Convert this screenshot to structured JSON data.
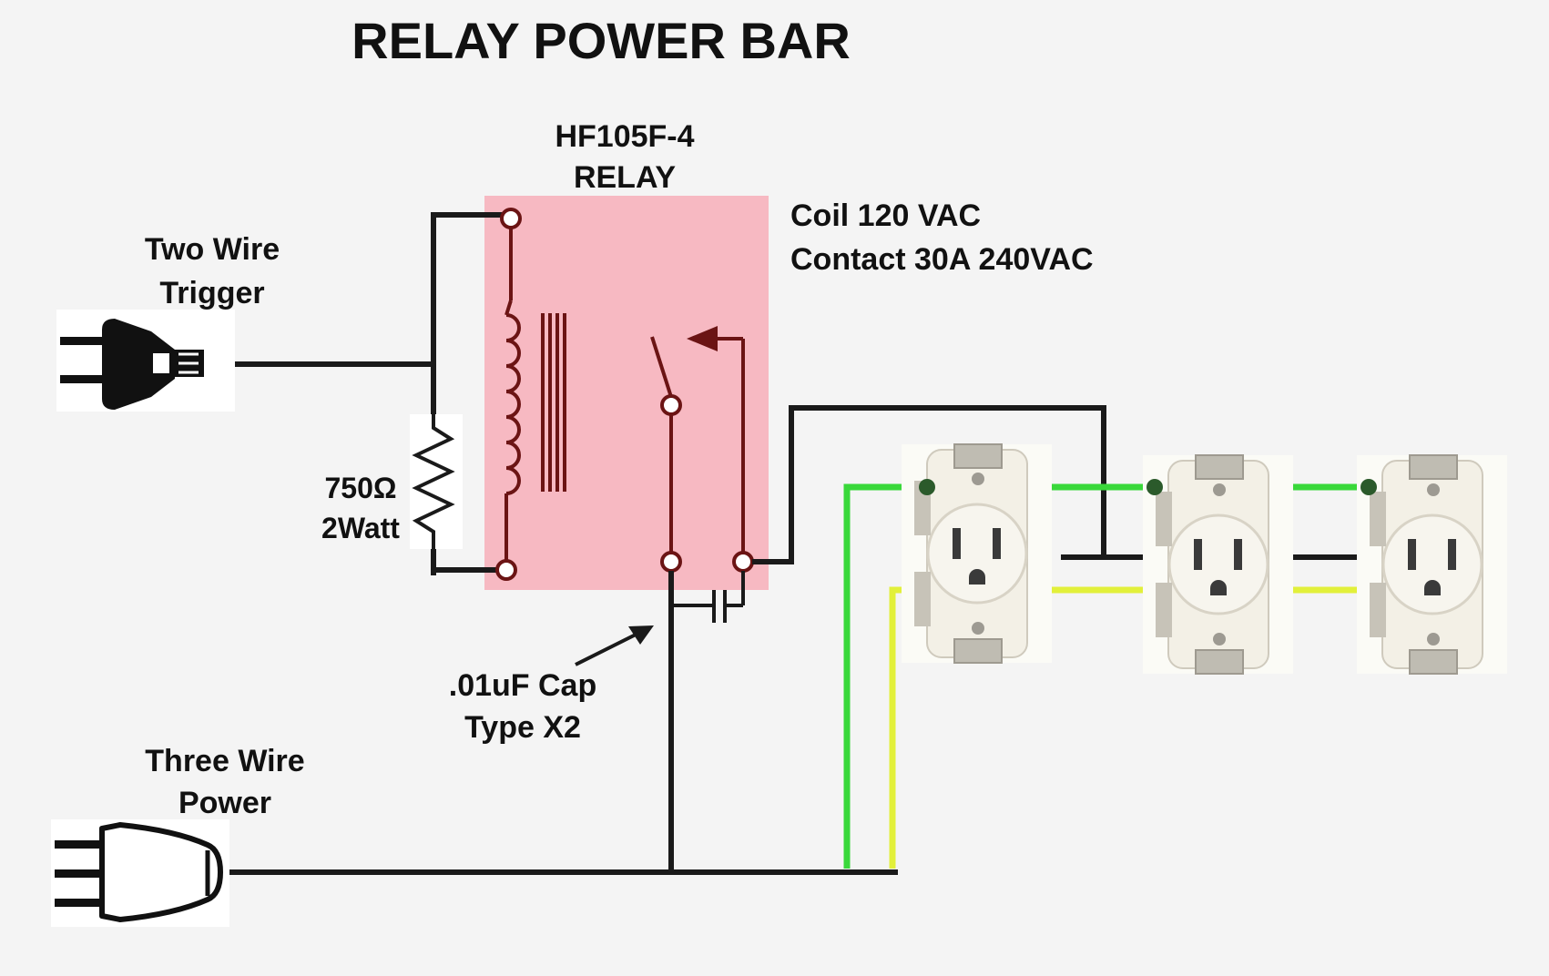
{
  "title": "RELAY POWER BAR",
  "relay": {
    "model": "HF105F-4",
    "type": "RELAY",
    "spec_coil": "Coil 120 VAC",
    "spec_contact": "Contact 30A 240VAC"
  },
  "trigger": {
    "line1": "Two Wire",
    "line2": "Trigger"
  },
  "resistor": {
    "value": "750Ω",
    "power": "2Watt"
  },
  "capacitor": {
    "value": ".01uF Cap",
    "type": "Type X2"
  },
  "power": {
    "line1": "Three Wire",
    "line2": "Power"
  },
  "outlet_count": 3,
  "colors": {
    "relay_box": "#f7b9c2",
    "wire_black": "#1a1a1a",
    "wire_green": "#39d83a",
    "wire_yellow": "#e2f03a",
    "relay_ink": "#6b1414",
    "outlet_body": "#f3f0e6"
  }
}
